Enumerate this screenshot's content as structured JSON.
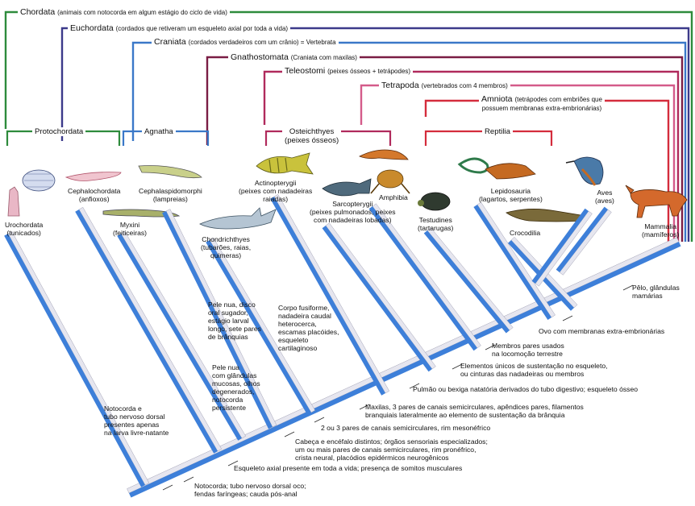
{
  "groups_top": [
    {
      "id": "chordata",
      "name": "Chordata",
      "desc": "(animais com notocorda em algum estágio do ciclo de vida)",
      "color": "#2e8b3c"
    },
    {
      "id": "euchordata",
      "name": "Euchordata",
      "desc": "(cordados que retiveram um esqueleto axial por toda a vida)",
      "color": "#3c3a8a"
    },
    {
      "id": "craniata",
      "name": "Craniata",
      "desc": "(cordados verdadeiros com um crânio) = Vertebrata",
      "color": "#3a78c8"
    },
    {
      "id": "gnathostomata",
      "name": "Gnathostomata",
      "desc": "(Craniata com maxilas)",
      "color": "#7a1d44"
    },
    {
      "id": "teleostomi",
      "name": "Teleostomi",
      "desc": "(peixes ósseos + tetrápodes)",
      "color": "#b02a5c"
    },
    {
      "id": "tetrapoda",
      "name": "Tetrapoda",
      "desc": "(vertebrados com 4 membros)",
      "color": "#d45b8a"
    },
    {
      "id": "amniota",
      "name": "Amniota",
      "desc_1": "(tetrápodes com embriões que",
      "desc_2": "possuem membranas extra-embrionárias)",
      "color": "#d42c3c"
    }
  ],
  "paraphyletic": [
    {
      "name": "Protochordata",
      "color": "#2e8b3c"
    },
    {
      "name": "Agnatha",
      "color": "#3a78c8"
    },
    {
      "name": "Osteichthyes",
      "sub": "(peixes ósseos)",
      "color": "#b02a5c"
    },
    {
      "name": "Reptilia",
      "color": "#d42c3c"
    }
  ],
  "taxa": [
    {
      "name": "Urochordata",
      "common": "(tunicados)"
    },
    {
      "name": "Cephalochordata",
      "common": "(anfioxos)"
    },
    {
      "name": "Myxini",
      "common": "(feiticeiras)"
    },
    {
      "name": "Cephalaspidomorphi",
      "common": "(lampreias)"
    },
    {
      "name": "Chondrichthyes",
      "common_1": "(tubarões, raias,",
      "common_2": "quimeras)"
    },
    {
      "name": "Actinopterygii",
      "common_1": "(peixes com nadadeiras",
      "common_2": "raiadas)"
    },
    {
      "name": "Sarcopterygii",
      "common_1": "(peixes pulmonados, peixes",
      "common_2": "com nadadeiras lobadas)"
    },
    {
      "name": "Amphibia"
    },
    {
      "name": "Testudines",
      "common": "(tartarugas)"
    },
    {
      "name": "Lepidosauria",
      "common": "(lagartos, serpentes)"
    },
    {
      "name": "Crocodilia"
    },
    {
      "name": "Aves",
      "common": "(aves)"
    },
    {
      "name": "Mammalia",
      "common": "(mamíferos)"
    }
  ],
  "lineage_notes": {
    "urochordata": [
      "Notocorda e",
      "tubo nervoso dorsal",
      "presentes apenas",
      "na larva livre-natante"
    ],
    "myxini": [
      "Pele nua",
      "com glândulas",
      "mucosas, olhos",
      "degenerados,",
      "notocorda",
      "persistente"
    ],
    "lampreias": [
      "Pele nua, disco",
      "oral sugador,",
      "estágio larval",
      "longo, sete pares",
      "de brânquias"
    ],
    "chondrichthyes": [
      "Corpo fusiforme,",
      "nadadeira caudal",
      "heterocerca,",
      "escamas placóides,",
      "esqueleto",
      "cartilaginoso"
    ]
  },
  "synapomorphies": [
    {
      "lines": [
        "Pêlo, glândulas",
        "mamárias"
      ]
    },
    {
      "lines": [
        "Ovo com membranas extra-embrionárias"
      ]
    },
    {
      "lines": [
        "Membros pares usados",
        "na locomoção terrestre"
      ]
    },
    {
      "lines": [
        "Elementos únicos de sustentação no esqueleto,",
        "ou cinturas das nadadeiras ou membros"
      ]
    },
    {
      "lines": [
        "Pulmão ou bexiga natatória derivados do tubo digestivo; esqueleto ósseo"
      ]
    },
    {
      "lines": [
        "Maxilas, 3 pares de canais semicirculares, apêndices pares, filamentos",
        "branquiais lateralmente ao elemento de sustentação da brânquia"
      ]
    },
    {
      "lines": [
        "2 ou 3 pares de canais semicirculares, rim mesonéfrico"
      ]
    },
    {
      "lines": [
        "Cabeça e encéfalo distintos; órgãos sensoriais especializados;",
        "um ou mais pares de canais semicirculares, rim pronéfrico,",
        "crista neural, placódios epidérmicos neurogênicos"
      ]
    },
    {
      "lines": [
        "Esqueleto axial presente em toda a vida; presença de somitos musculares"
      ]
    },
    {
      "lines": [
        "Notocorda; tubo nervoso dorsal oco;",
        "fendas faríngeas; cauda pós-anal"
      ]
    }
  ],
  "colors": {
    "branch_blue": "#3d7fd9",
    "branch_white": "#e6e6ef",
    "branch_shadow": "#8d8da3"
  }
}
